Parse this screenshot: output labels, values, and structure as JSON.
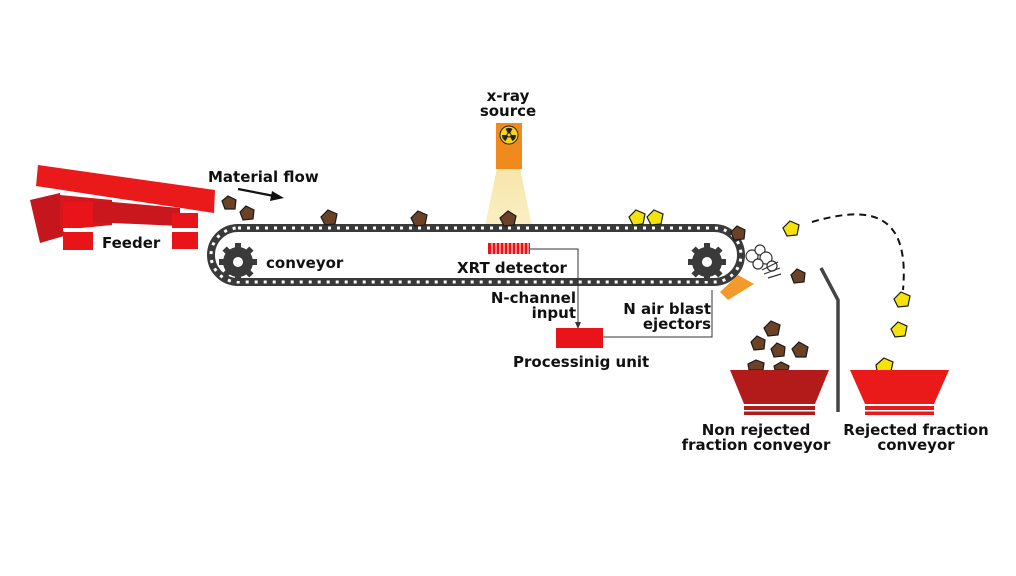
{
  "labels": {
    "material_flow": "Material flow",
    "feeder": "Feeder",
    "conveyor": "conveyor",
    "xray_line1": "x-ray",
    "xray_line2": "source",
    "xrt_detector": "XRT detector",
    "nchannel_line1": "N-channel",
    "nchannel_line2": "input",
    "air_line1": "N air blast",
    "air_line2": "ejectors",
    "processing_unit": "Processinig unit",
    "nonrej_line1": "Non rejected",
    "nonrej_line2": "fraction conveyor",
    "rej_line1": "Rejected fraction",
    "rej_line2": "conveyor"
  },
  "colors": {
    "feeder_red": "#e8141a",
    "feeder_dark": "#b5161c",
    "belt": "#3a3a3a",
    "rock_brown": "#6b4226",
    "yellow_rock": "#f5e20a",
    "xray_orange": "#f08a1c",
    "beam_yellow": "#f6e8a6",
    "bin_dark_red": "#b31b1b",
    "bin_red": "#ea1a1a",
    "ejector_orange": "#f39a2c"
  },
  "icons": [
    "gear-icon",
    "radiation-icon",
    "air-puff-icon",
    "arrow-icon"
  ]
}
